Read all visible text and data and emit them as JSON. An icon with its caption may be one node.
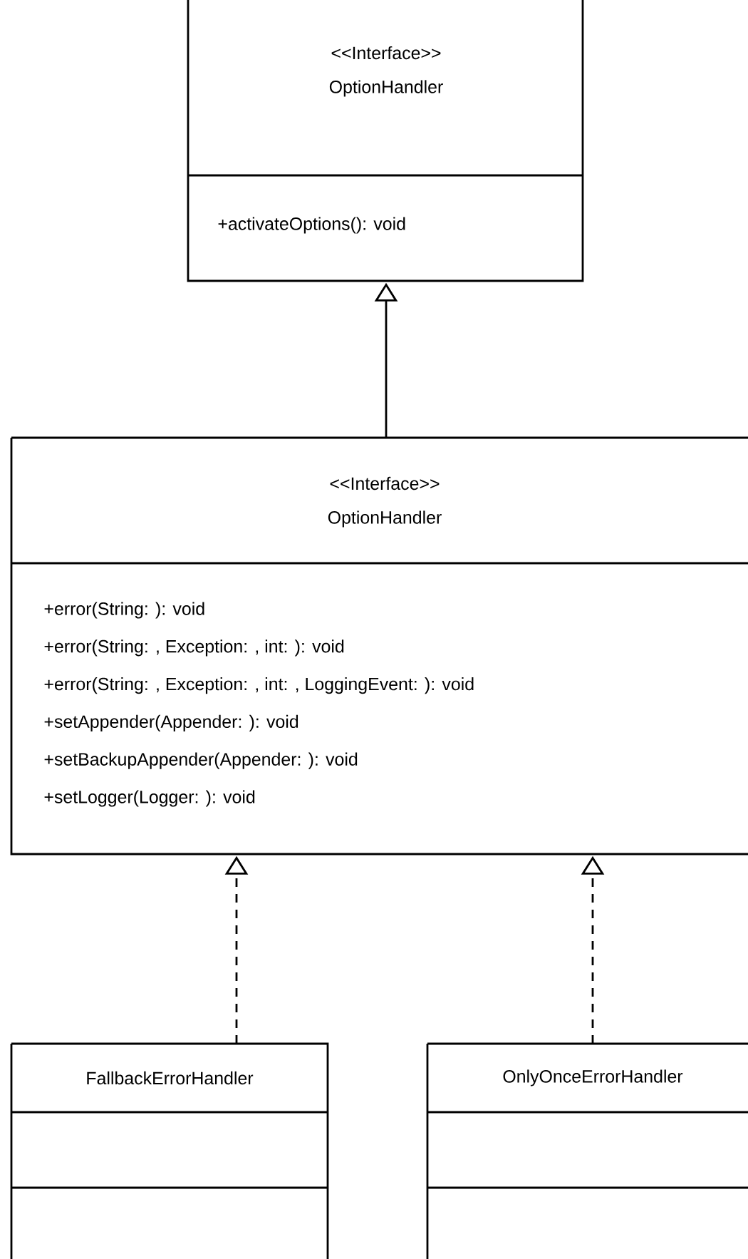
{
  "diagram": {
    "nodes": [
      {
        "text": [
          "<<Interface>>",
          "OptionHandler",
          "+activateOptions(): void"
        ]
      },
      {
        "text": [
          "<<Interface>>",
          "OptionHandler",
          "+error(String: ): void",
          "+error(String: , Exception: , int: ): void",
          "+error(String: , Exception: , int: , LoggingEvent: ): void",
          "+setAppender(Appender: ): void",
          "+setBackupAppender(Appender: ): void",
          "+setLogger(Logger: ): void"
        ]
      },
      {
        "text": [
          "FallbackErrorHandler"
        ]
      },
      {
        "text": [
          "OnlyOnceErrorHandler"
        ]
      }
    ],
    "edges": [
      {
        "from": 1,
        "to": 0,
        "arrow": "to"
      },
      {
        "from": 2,
        "to": 1,
        "arrow": "to",
        "style": "dashed"
      },
      {
        "from": 3,
        "to": 1,
        "arrow": "to",
        "style": "dashed"
      }
    ]
  }
}
